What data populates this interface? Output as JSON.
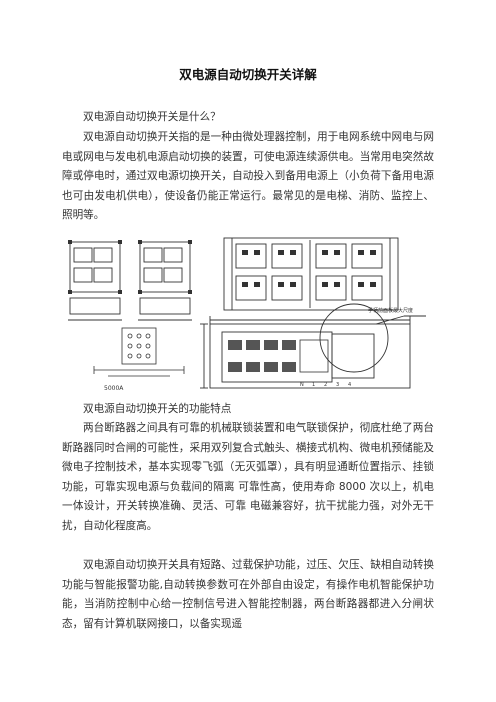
{
  "document": {
    "title": "双电源自动切换开关详解",
    "q_what": "双电源自动切换开关是什么？",
    "intro": "双电源自动切换开关指的是一种由微处理器控制，用于电网系统中网电与网电或网电与发电机电源启动切换的装置，可使电源连续源供电。当常用电突然故障或停电时，通过双电源切换开关，自动投入到备用电源上（小负荷下备用电源也可由发电机供电），使设备仍能正常运行。最常见的是电梯、消防、监控上、照明等。",
    "feature_heading": "双电源自动切换开关的功能特点",
    "feature_text": "两台断路器之间具有可靠的机械联锁装置和电气联锁保护，彻底杜绝了两台断路器同时合闸的可能性，采用双列复合式触头、横接式机构、微电机预储能及微电子控制技术，基本实现零飞弧（无灭弧罩），具有明显通断位置指示、挂锁功能，可靠实现电源与负载间的隔离 可靠性高，使用寿命 8000 次以上，机电一体设计，开关转换准确、灵活、可靠 电磁兼容好，抗干扰能力强，对外无干扰，自动化程度高。",
    "protect_text": "双电源自动切换开关具有短路、过载保护功能，过压、欠压、缺相自动转换功能与智能报警功能,自动转换参数可在外部自由设定，有操作电机智能保护功能，当消防控制中心给一控制信号进入智能控制器，两台断路器都进入分闸状态，留有计算机联网接口，以备实现遥"
  },
  "figure": {
    "left_dim_label": "5000A",
    "callout_label": "手柄前面板最大尺度",
    "terminal_labels": [
      "N",
      "1",
      "2",
      "3",
      "4"
    ]
  }
}
